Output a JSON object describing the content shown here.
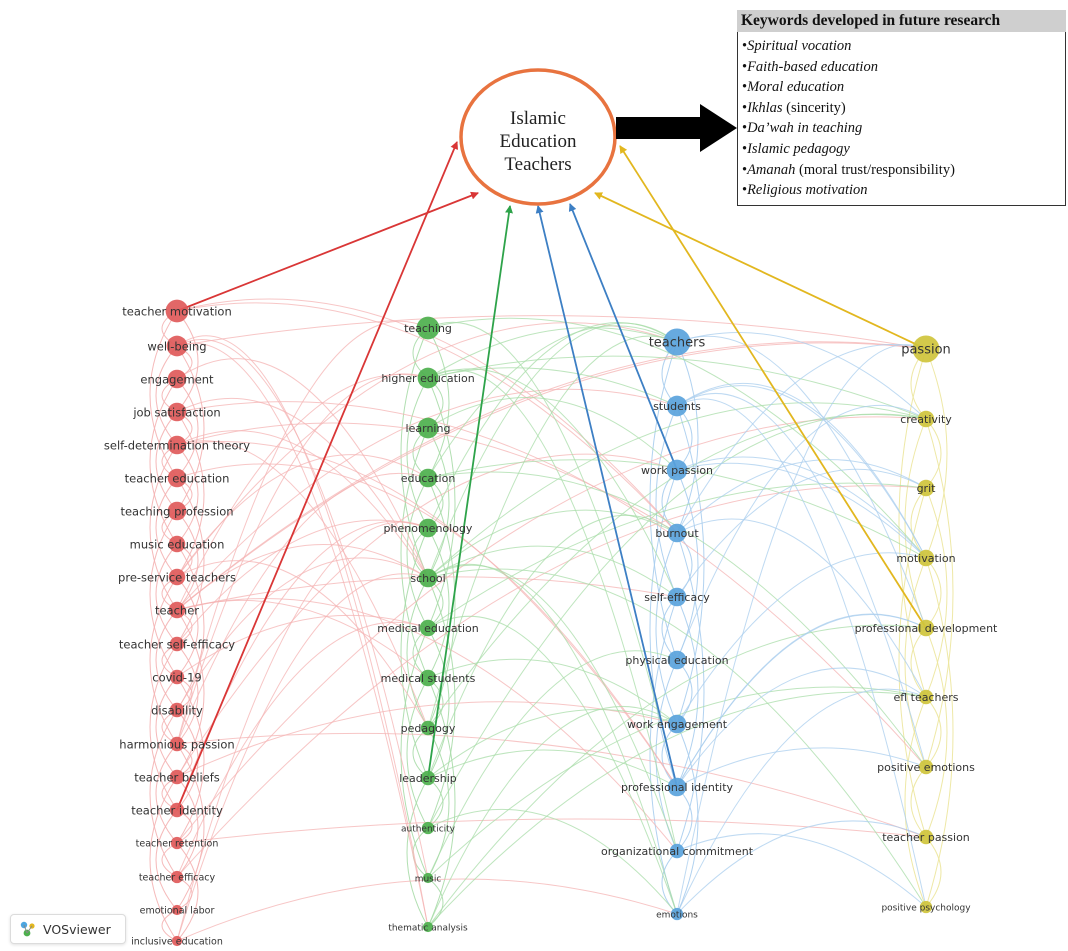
{
  "center": {
    "lines": [
      "Islamic",
      "Education",
      "Teachers"
    ],
    "ring_color": "#e8733f"
  },
  "keywords_box": {
    "title": "Keywords developed in future research",
    "items": [
      {
        "bullet": "•",
        "italic": "Spiritual vocation",
        "plain": ""
      },
      {
        "bullet": "•",
        "italic": "Faith-based education",
        "plain": ""
      },
      {
        "bullet": "•",
        "italic": "Moral education",
        "plain": ""
      },
      {
        "bullet": "•",
        "italic": "Ikhlas",
        "plain": " (sincerity)"
      },
      {
        "bullet": "•",
        "italic": "Da’wah in teaching",
        "plain": ""
      },
      {
        "bullet": "•",
        "italic": "Islamic pedagogy",
        "plain": ""
      },
      {
        "bullet": "•",
        "italic": "Amanah",
        "plain": " (moral trust/responsibility)"
      },
      {
        "bullet": "•",
        "italic": "Religious motivation",
        "plain": ""
      }
    ]
  },
  "logo": {
    "label": "VOSviewer",
    "icon": "vosviewer-logo-icon"
  },
  "clusters": [
    {
      "id": "red",
      "color": "#e05a5a",
      "link_color": "#f4b3b3",
      "nodes": [
        {
          "label": "teacher motivation",
          "size": 8
        },
        {
          "label": "well-being",
          "size": 7
        },
        {
          "label": "engagement",
          "size": 6
        },
        {
          "label": "job satisfaction",
          "size": 6
        },
        {
          "label": "self-determination theory",
          "size": 6
        },
        {
          "label": "teacher education",
          "size": 6
        },
        {
          "label": "teaching profession",
          "size": 6
        },
        {
          "label": "music education",
          "size": 5
        },
        {
          "label": "pre-service teachers",
          "size": 5
        },
        {
          "label": "teacher",
          "size": 5
        },
        {
          "label": "teacher self-efficacy",
          "size": 4
        },
        {
          "label": "covid-19",
          "size": 4
        },
        {
          "label": "disability",
          "size": 4
        },
        {
          "label": "harmonious passion",
          "size": 4
        },
        {
          "label": "teacher beliefs",
          "size": 4
        },
        {
          "label": "teacher identity",
          "size": 4
        },
        {
          "label": "teacher retention",
          "size": 3
        },
        {
          "label": "teacher efficacy",
          "size": 3
        },
        {
          "label": "emotional labor",
          "size": 2
        },
        {
          "label": "inclusive education",
          "size": 2
        }
      ]
    },
    {
      "id": "green",
      "color": "#4db04d",
      "link_color": "#a8dca8",
      "nodes": [
        {
          "label": "teaching",
          "size": 8
        },
        {
          "label": "higher education",
          "size": 7
        },
        {
          "label": "learning",
          "size": 7
        },
        {
          "label": "education",
          "size": 6
        },
        {
          "label": "phenomenology",
          "size": 6
        },
        {
          "label": "school",
          "size": 6
        },
        {
          "label": "medical education",
          "size": 5
        },
        {
          "label": "medical students",
          "size": 5
        },
        {
          "label": "pedagogy",
          "size": 4
        },
        {
          "label": "leadership",
          "size": 4
        },
        {
          "label": "authenticity",
          "size": 3
        },
        {
          "label": "music",
          "size": 2
        },
        {
          "label": "thematic analysis",
          "size": 2
        }
      ]
    },
    {
      "id": "blue",
      "color": "#5aa3dc",
      "link_color": "#a9cdee",
      "nodes": [
        {
          "label": "teachers",
          "size": 10
        },
        {
          "label": "students",
          "size": 7
        },
        {
          "label": "work passion",
          "size": 7
        },
        {
          "label": "burnout",
          "size": 6
        },
        {
          "label": "self-efficacy",
          "size": 6
        },
        {
          "label": "physical education",
          "size": 6
        },
        {
          "label": "work engagement",
          "size": 6
        },
        {
          "label": "professional identity",
          "size": 6
        },
        {
          "label": "organizational commitment",
          "size": 4
        },
        {
          "label": "emotions",
          "size": 3
        }
      ]
    },
    {
      "id": "yellow",
      "color": "#cfc43c",
      "link_color": "#ece59c",
      "nodes": [
        {
          "label": "passion",
          "size": 10
        },
        {
          "label": "creativity",
          "size": 5
        },
        {
          "label": "grit",
          "size": 5
        },
        {
          "label": "motivation",
          "size": 5
        },
        {
          "label": "professional development",
          "size": 5
        },
        {
          "label": "efl teachers",
          "size": 4
        },
        {
          "label": "positive emotions",
          "size": 4
        },
        {
          "label": "teacher passion",
          "size": 4
        },
        {
          "label": "positive psychology",
          "size": 3
        }
      ]
    }
  ],
  "arrows": [
    {
      "from_cluster": 0,
      "from_node": 15,
      "color": "#d93636"
    },
    {
      "from_cluster": 0,
      "from_node": 0,
      "color": "#d93636"
    },
    {
      "from_cluster": 1,
      "from_node": 9,
      "color": "#2ea34a"
    },
    {
      "from_cluster": 2,
      "from_node": 7,
      "color": "#3d7fc4"
    },
    {
      "from_cluster": 2,
      "from_node": 2,
      "color": "#3d7fc4"
    },
    {
      "from_cluster": 3,
      "from_node": 0,
      "color": "#e2b71f"
    },
    {
      "from_cluster": 3,
      "from_node": 4,
      "color": "#e2b71f"
    }
  ],
  "big_arrow": {
    "color": "#000000"
  }
}
